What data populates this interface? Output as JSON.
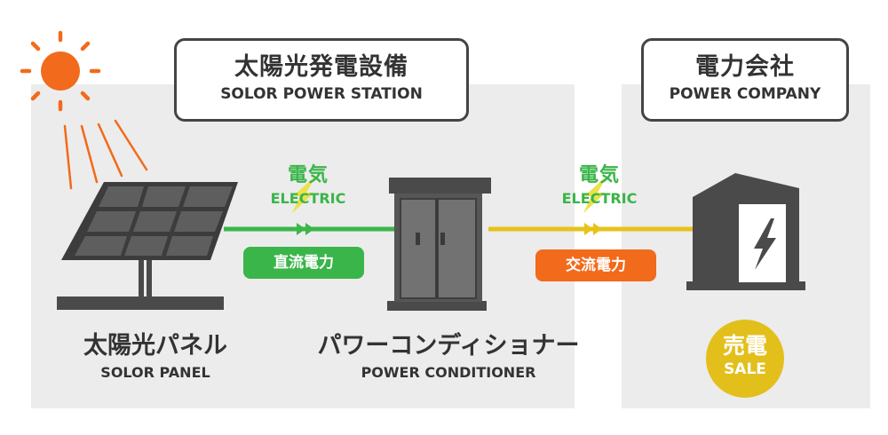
{
  "station": {
    "title_jp": "太陽光発電設備",
    "title_en": "SOLOR POWER STATION"
  },
  "company": {
    "title_jp": "電力会社",
    "title_en": "POWER COMPANY"
  },
  "electric1": {
    "jp": "電気",
    "en": "ELECTRIC"
  },
  "electric2": {
    "jp": "電気",
    "en": "ELECTRIC"
  },
  "dc_label": "直流電力",
  "ac_label": "交流電力",
  "panel": {
    "jp": "太陽光パネル",
    "en": "SOLOR PANEL"
  },
  "conditioner": {
    "jp": "パワーコンディショナー",
    "en": "POWER CONDITIONER"
  },
  "sale": {
    "jp": "売電",
    "en": "SALE"
  },
  "colors": {
    "sun": "#f26a1b",
    "dc_line": "#3cb64a",
    "ac_line": "#e8c21a",
    "dc_pill": "#3ab54a",
    "ac_pill": "#f26a1b",
    "electric_text": "#3ab54a",
    "bolt": "#ebe14a",
    "sale_badge": "#e3bf1b",
    "background_area": "#ececec",
    "dark": "#4a4a4a"
  }
}
